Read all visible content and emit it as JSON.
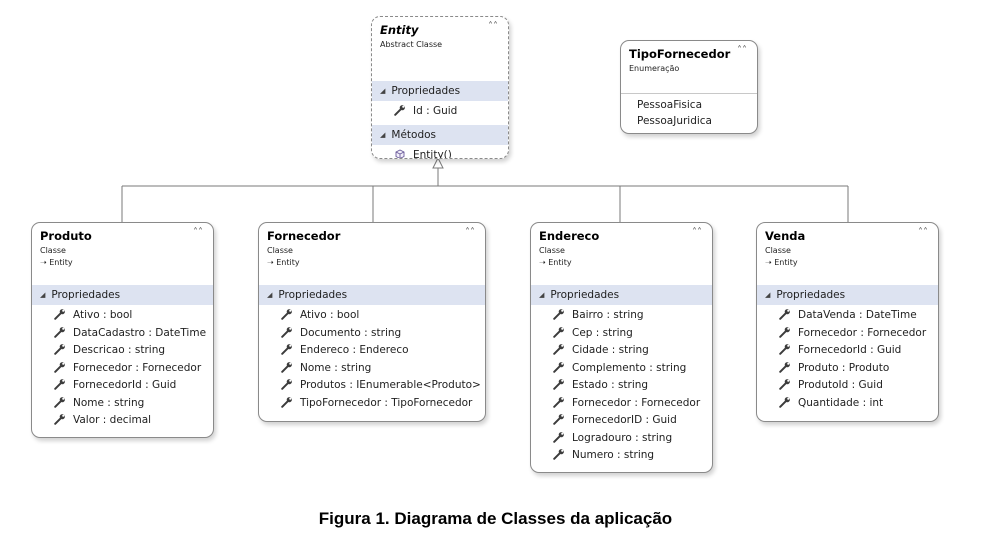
{
  "entity": {
    "title": "Entity",
    "stereotype": "Abstract Classe",
    "props_header": "Propriedades",
    "props": [
      "Id : Guid"
    ],
    "methods_header": "Métodos",
    "methods": [
      "Entity()"
    ]
  },
  "enum": {
    "title": "TipoFornecedor",
    "stereotype": "Enumeração",
    "values": [
      "PessoaFisica",
      "PessoaJuridica"
    ]
  },
  "classes": [
    {
      "title": "Produto",
      "stereotype": "Classe",
      "base": "Entity",
      "props_header": "Propriedades",
      "props": [
        "Ativo : bool",
        "DataCadastro : DateTime",
        "Descricao : string",
        "Fornecedor : Fornecedor",
        "FornecedorId : Guid",
        "Nome : string",
        "Valor : decimal"
      ]
    },
    {
      "title": "Fornecedor",
      "stereotype": "Classe",
      "base": "Entity",
      "props_header": "Propriedades",
      "props": [
        "Ativo : bool",
        "Documento : string",
        "Endereco : Endereco",
        "Nome : string",
        "Produtos : IEnumerable<Produto>",
        "TipoFornecedor : TipoFornecedor"
      ]
    },
    {
      "title": "Endereco",
      "stereotype": "Classe",
      "base": "Entity",
      "props_header": "Propriedades",
      "props": [
        "Bairro : string",
        "Cep : string",
        "Cidade : string",
        "Complemento : string",
        "Estado : string",
        "Fornecedor : Fornecedor",
        "FornecedorID : Guid",
        "Logradouro : string",
        "Numero : string"
      ]
    },
    {
      "title": "Venda",
      "stereotype": "Classe",
      "base": "Entity",
      "props_header": "Propriedades",
      "props": [
        "DataVenda : DateTime",
        "Fornecedor : Fornecedor",
        "FornecedorId : Guid",
        "Produto : Produto",
        "ProdutoId : Guid",
        "Quantidade : int"
      ]
    }
  ],
  "caption": "Figura 1. Diagrama de Classes da aplicação",
  "colors": {
    "section_bg": "#dde3f1",
    "border": "#8a8a8a",
    "connector": "#7a7a7a"
  }
}
